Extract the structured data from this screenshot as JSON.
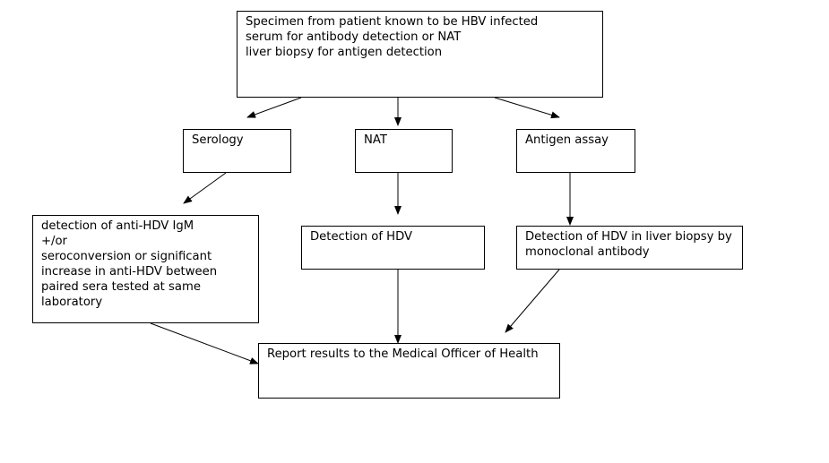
{
  "nodes": {
    "specimen": {
      "lines": [
        "Specimen from patient known to be HBV infected",
        "serum for antibody detection or NAT",
        "liver biopsy for antigen detection"
      ]
    },
    "serology": {
      "lines": [
        "Serology"
      ]
    },
    "nat": {
      "lines": [
        "NAT"
      ]
    },
    "antigen": {
      "lines": [
        "Antigen assay"
      ]
    },
    "antibody_detection": {
      "lines": [
        "detection of anti-HDV IgM",
        "+/or",
        "seroconversion or significant",
        "increase in anti-HDV between",
        "paired sera tested at same",
        "laboratory"
      ]
    },
    "hdv_detection": {
      "lines": [
        "Detection of HDV"
      ]
    },
    "biopsy_detection": {
      "lines": [
        "Detection of HDV in liver biopsy by",
        "monoclonal antibody"
      ]
    },
    "report": {
      "lines": [
        "Report results to the Medical Officer of Health"
      ]
    }
  },
  "edges": [
    {
      "from": "specimen",
      "to": "serology"
    },
    {
      "from": "specimen",
      "to": "nat"
    },
    {
      "from": "specimen",
      "to": "antigen"
    },
    {
      "from": "serology",
      "to": "antibody_detection"
    },
    {
      "from": "nat",
      "to": "hdv_detection"
    },
    {
      "from": "antigen",
      "to": "biopsy_detection"
    },
    {
      "from": "antibody_detection",
      "to": "report"
    },
    {
      "from": "hdv_detection",
      "to": "report"
    },
    {
      "from": "biopsy_detection",
      "to": "report"
    }
  ],
  "colors": {
    "stroke": "#000000",
    "background": "#ffffff"
  }
}
